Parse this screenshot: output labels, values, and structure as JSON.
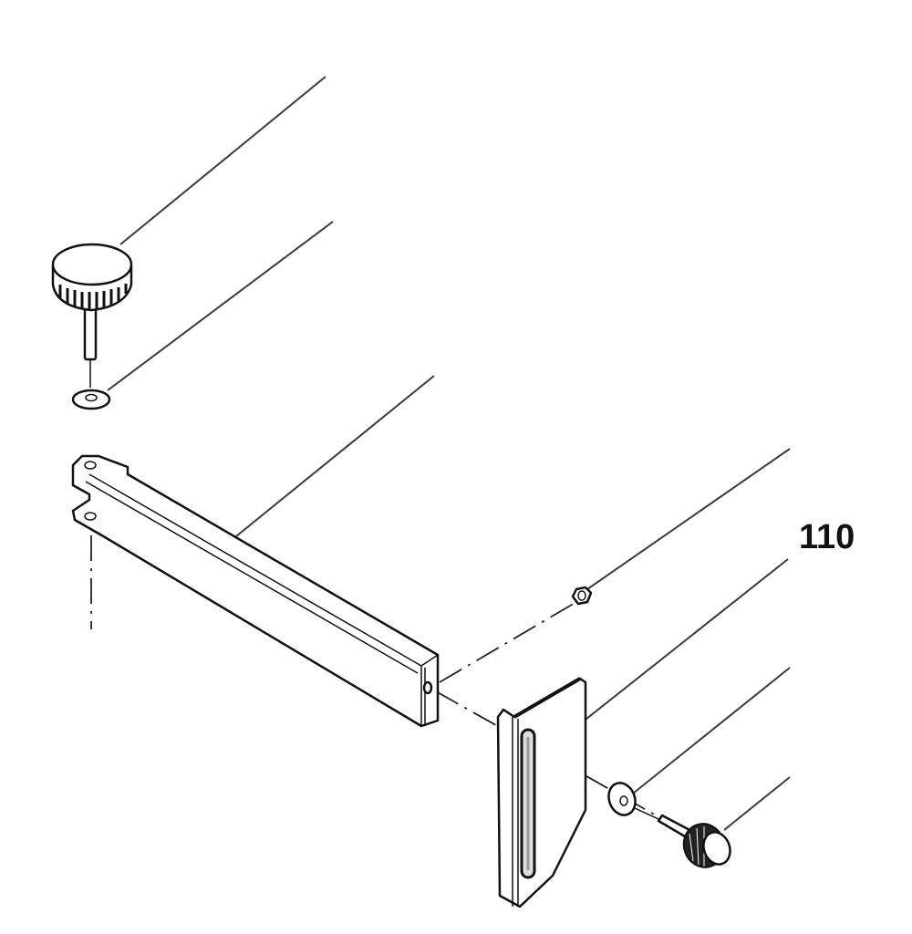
{
  "diagram": {
    "type": "exploded-parts-view",
    "callouts": [
      {
        "id": "110",
        "label": "110"
      }
    ],
    "parts": [
      {
        "name": "large-thumb-screw",
        "leader_end": [
          357,
          84
        ]
      },
      {
        "name": "washer-upper",
        "leader_end": [
          365,
          243
        ]
      },
      {
        "name": "fence-bar",
        "leader_end": [
          476,
          412
        ]
      },
      {
        "name": "hex-nut",
        "leader_end": [
          866,
          492
        ]
      },
      {
        "name": "slotted-bracket",
        "leader_end": [
          864,
          613
        ],
        "callout": "110"
      },
      {
        "name": "washer-lower",
        "leader_end": [
          866,
          732
        ]
      },
      {
        "name": "small-thumb-screw",
        "leader_end": [
          866,
          852
        ]
      }
    ],
    "colors": {
      "line": "#111111",
      "background": "#ffffff"
    }
  }
}
